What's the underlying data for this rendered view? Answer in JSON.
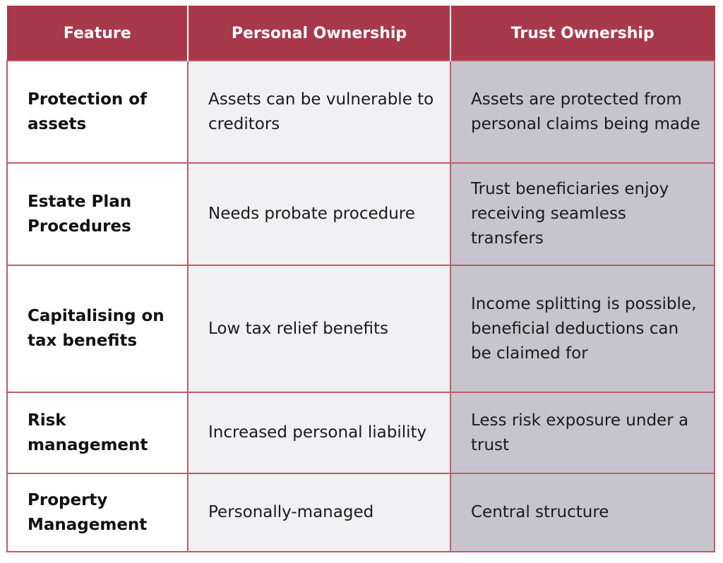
{
  "headers": [
    "Feature",
    "Personal Ownership",
    "Trust Ownership"
  ],
  "rows": [
    {
      "feature": "Protection of assets",
      "personal": "Assets can be vulnerable to creditors",
      "trust": "Assets are protected from personal claims being made"
    },
    {
      "feature": "Estate Plan Procedures",
      "personal": "Needs probate procedure",
      "trust": "Trust beneficiaries enjoy receiving seamless transfers"
    },
    {
      "feature": "Capitalising on tax benefits",
      "personal": "Low tax relief benefits",
      "trust": "Income splitting is possible, beneficial deductions can be claimed for"
    },
    {
      "feature": "Risk management",
      "personal": "Increased personal liability",
      "trust": "Less risk exposure under a trust"
    },
    {
      "feature": "Property Management",
      "personal": "Personally-managed",
      "trust": "Central structure"
    }
  ],
  "colors": {
    "header_bg": "#a8394a",
    "border": "#c25b6a",
    "personal_bg": "#f1f0f3",
    "trust_bg": "#c6c5cd"
  }
}
